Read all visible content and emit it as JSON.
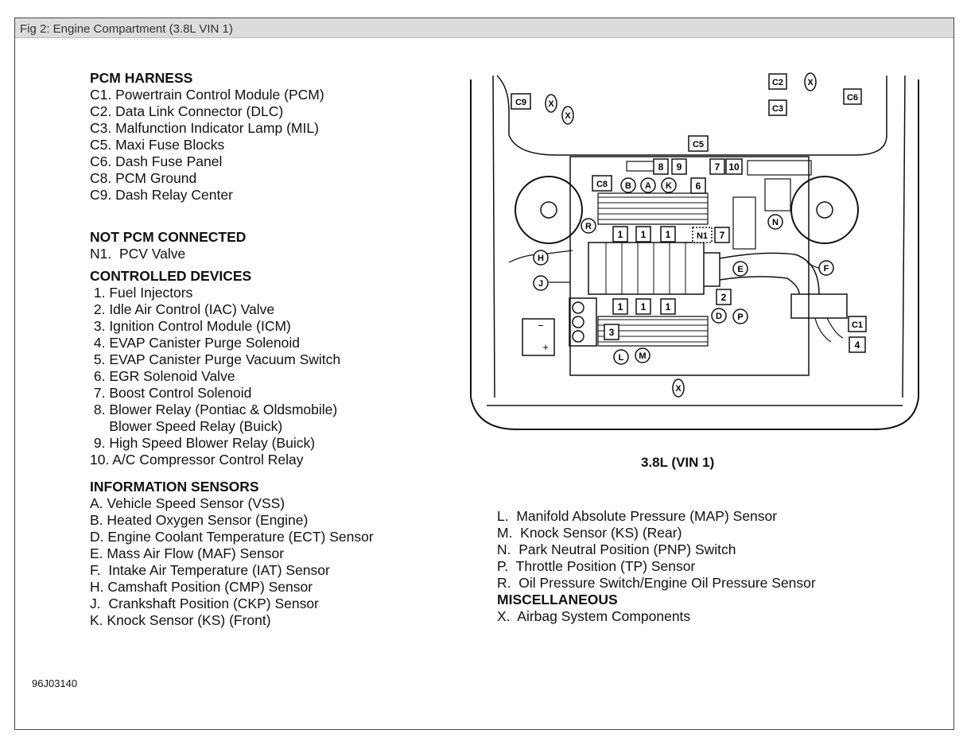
{
  "window": {
    "title": "Fig 2: Engine Compartment (3.8L VIN 1)"
  },
  "figure_code": "96J03140",
  "diagram_caption": "3.8L (VIN 1)",
  "left_column": [
    {
      "header": "PCM HARNESS",
      "items": [
        "C1. Powertrain Control Module (PCM)",
        "C2. Data Link Connector (DLC)",
        "C3. Malfunction Indicator Lamp (MIL)",
        "C5. Maxi Fuse Blocks",
        "C6. Dash Fuse Panel",
        "C8. PCM Ground",
        "C9. Dash Relay Center"
      ]
    },
    {
      "header": "NOT PCM CONNECTED",
      "items": [
        "N1.  PCV Valve"
      ]
    },
    {
      "header": "CONTROLLED DEVICES",
      "items": [
        " 1. Fuel Injectors",
        " 2. Idle Air Control (IAC) Valve",
        " 3. Ignition Control Module (ICM)",
        " 4. EVAP Canister Purge Solenoid",
        " 5. EVAP Canister Purge Vacuum Switch",
        " 6. EGR Solenoid Valve",
        " 7. Boost Control Solenoid",
        " 8. Blower Relay (Pontiac & Oldsmobile)",
        "     Blower Speed Relay (Buick)",
        " 9. High Speed Blower Relay (Buick)",
        "10. A/C Compressor Control Relay"
      ]
    },
    {
      "header": "INFORMATION SENSORS",
      "items": [
        "A. Vehicle Speed Sensor (VSS)",
        "B. Heated Oxygen Sensor (Engine)",
        "D. Engine Coolant Temperature (ECT) Sensor",
        "E. Mass Air Flow (MAF) Sensor",
        "F.  Intake Air Temperature (IAT) Sensor",
        "H. Camshaft Position (CMP) Sensor",
        "J.  Crankshaft Position (CKP) Sensor",
        "K. Knock Sensor (KS) (Front)"
      ]
    }
  ],
  "right_column": {
    "items": [
      "L.  Manifold Absolute Pressure (MAP) Sensor",
      "M.  Knock Sensor (KS) (Rear)",
      "N.  Park Neutral Position (PNP) Switch",
      "P.  Throttle Position (TP) Sensor",
      "R.  Oil Pressure Switch/Engine Oil Pressure Sensor"
    ],
    "misc_header": "MISCELLANEOUS",
    "misc_items": [
      "X.  Airbag System Components"
    ]
  },
  "diagram_labels": {
    "boxes": {
      "c2": "C2",
      "c3": "C3",
      "c9": "C9",
      "c6": "C6",
      "c5": "C5",
      "c8": "C8",
      "c1": "C1",
      "b8": "8",
      "b9": "9",
      "b7": "7",
      "b10": "10",
      "b6": "6",
      "n1": "N1",
      "b7b": "7",
      "inj1": "1",
      "inj2": "1",
      "inj3": "1",
      "inj4": "1",
      "inj5": "1",
      "inj6": "1",
      "b2": "2",
      "b3": "3",
      "b4": "4"
    },
    "circles": {
      "x1": "X",
      "x2": "X",
      "x3": "X",
      "x4": "X",
      "b": "B",
      "a": "A",
      "k": "K",
      "r": "R",
      "h": "H",
      "j": "J",
      "n": "N",
      "e": "E",
      "f": "F",
      "d": "D",
      "p": "P",
      "l": "L",
      "m": "M"
    },
    "battery_minus": "−",
    "battery_plus": "+"
  }
}
